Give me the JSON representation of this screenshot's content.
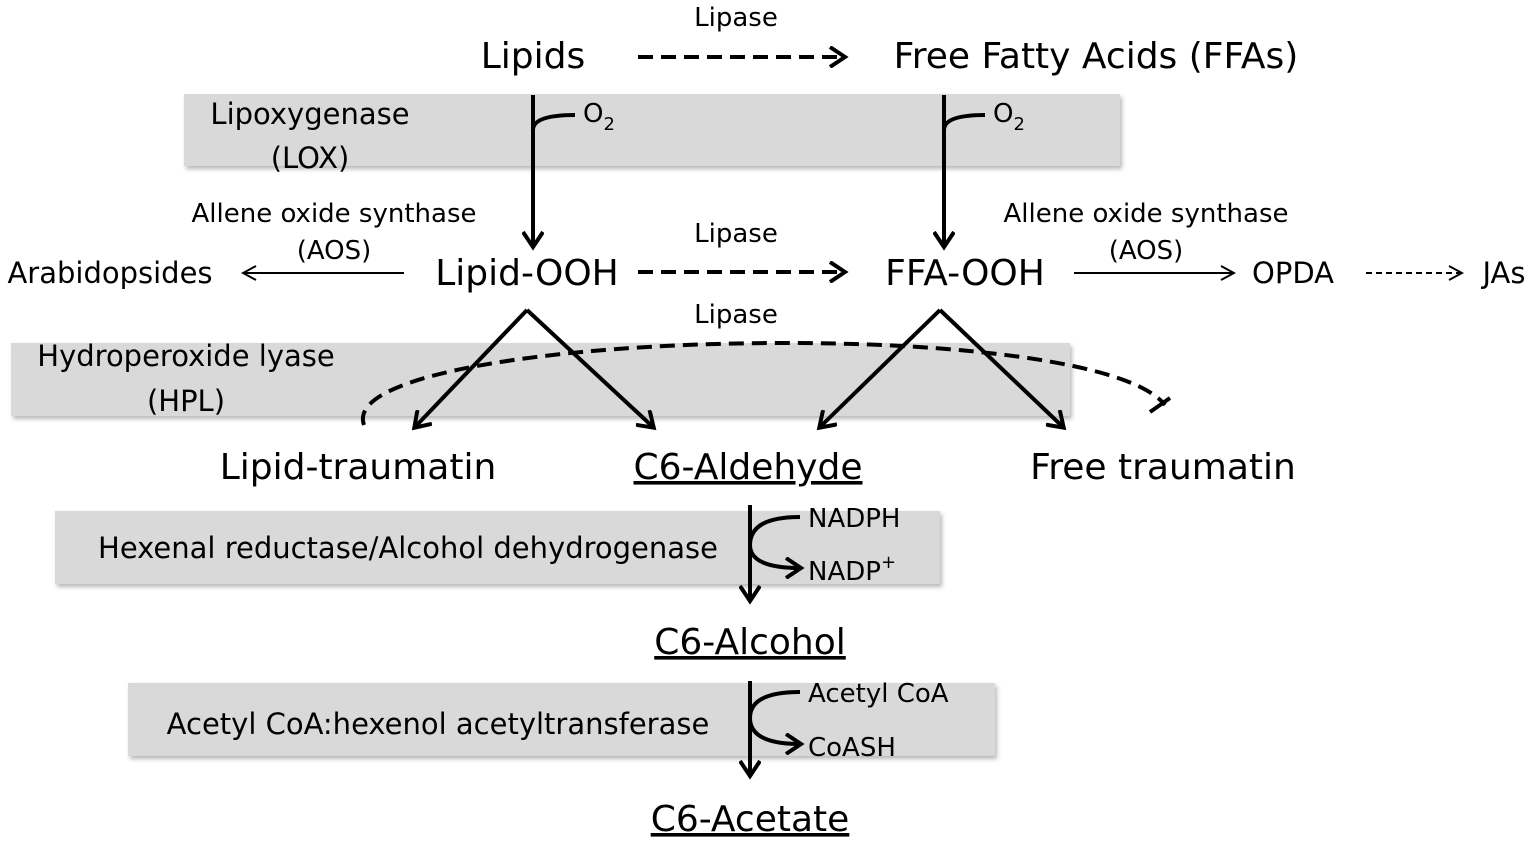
{
  "enzyme_boxes": {
    "lox": {
      "line1": "Lipoxygenase",
      "line2": "(LOX)"
    },
    "hpl": {
      "line1": "Hydroperoxide lyase",
      "line2": "(HPL)"
    },
    "hadh": {
      "label": "Hexenal reductase/Alcohol dehydrogenase"
    },
    "chat": {
      "label": "Acetyl CoA:hexenol acetyltransferase"
    }
  },
  "compounds": {
    "lipids": "Lipids",
    "ffas": "Free Fatty Acids (FFAs)",
    "lipid_ooh": "Lipid-OOH",
    "ffa_ooh": "FFA-OOH",
    "arabidopsides": "Arabidopsides",
    "opda": "OPDA",
    "jas": "JAs",
    "lipid_traumatin": "Lipid-traumatin",
    "c6_aldehyde": "C6-Aldehyde",
    "free_traumatin": "Free traumatin",
    "c6_alcohol": "C6-Alcohol",
    "c6_acetate": "C6-Acetate"
  },
  "enzymes": {
    "lipase_top": "Lipase",
    "lipase_mid": "Lipase",
    "lipase_low": "Lipase",
    "aos_left_line1": "Allene oxide synthase",
    "aos_left_line2": "(AOS)",
    "aos_right_line1": "Allene oxide synthase",
    "aos_right_line2": "(AOS)"
  },
  "cofactors": {
    "o2_base": "O",
    "o2_sub": "2",
    "nadph": "NADPH",
    "nadp_base": "NADP",
    "nadp_sup": "+",
    "acetyl_coa": "Acetyl CoA",
    "coash": "CoASH"
  }
}
